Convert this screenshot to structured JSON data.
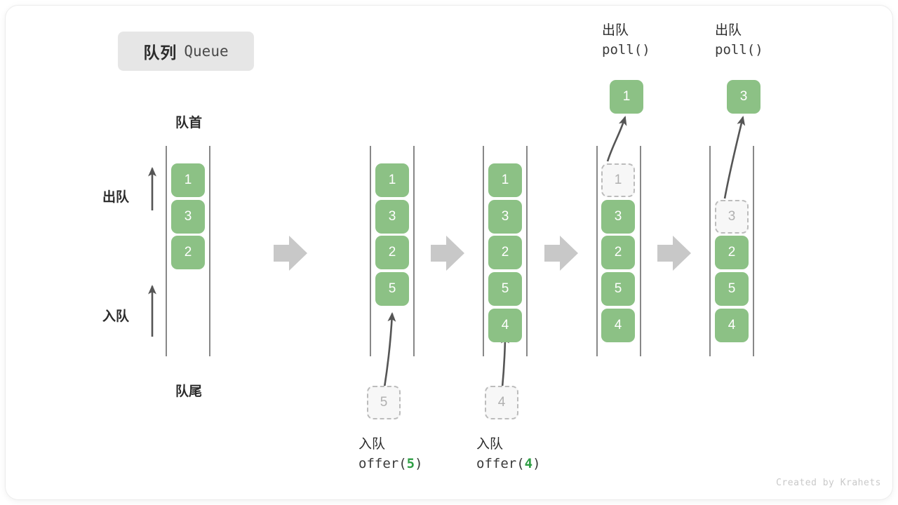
{
  "title": {
    "cn": "队列",
    "en": "Queue"
  },
  "labels": {
    "head": "队首",
    "tail": "队尾",
    "dequeue_side": "出队",
    "enqueue_side": "入队"
  },
  "colors": {
    "cell_fill": "#8cc185",
    "cell_text": "#ffffff",
    "ghost_fill": "#f7f7f7",
    "ghost_border": "#bcbcbc",
    "ghost_text": "#b0b0b0",
    "rail": "#7a7a7a",
    "arrow": "#555555",
    "step_arrow": "#c8c8c8",
    "accent_green": "#2f9e44",
    "badge_bg": "#e6e6e6"
  },
  "steps": [
    {
      "name": "initial-queue",
      "cells": [
        {
          "value": "1",
          "state": "filled",
          "slot": 0
        },
        {
          "value": "3",
          "state": "filled",
          "slot": 1
        },
        {
          "value": "2",
          "state": "filled",
          "slot": 2
        }
      ],
      "operation": null,
      "incoming": null,
      "outgoing": null
    },
    {
      "name": "offer-5",
      "cells": [
        {
          "value": "1",
          "state": "filled",
          "slot": 0
        },
        {
          "value": "3",
          "state": "filled",
          "slot": 1
        },
        {
          "value": "2",
          "state": "filled",
          "slot": 2
        },
        {
          "value": "5",
          "state": "filled",
          "slot": 3
        }
      ],
      "operation": {
        "cn": "入队",
        "code_prefix": "offer(",
        "arg": "5",
        "code_suffix": ")"
      },
      "incoming": {
        "value": "5"
      },
      "outgoing": null
    },
    {
      "name": "offer-4",
      "cells": [
        {
          "value": "1",
          "state": "filled",
          "slot": 0
        },
        {
          "value": "3",
          "state": "filled",
          "slot": 1
        },
        {
          "value": "2",
          "state": "filled",
          "slot": 2
        },
        {
          "value": "5",
          "state": "filled",
          "slot": 3
        },
        {
          "value": "4",
          "state": "filled",
          "slot": 4
        }
      ],
      "operation": {
        "cn": "入队",
        "code_prefix": "offer(",
        "arg": "4",
        "code_suffix": ")"
      },
      "incoming": {
        "value": "4"
      },
      "outgoing": null
    },
    {
      "name": "poll-1",
      "cells": [
        {
          "value": "1",
          "state": "ghost",
          "slot": 0
        },
        {
          "value": "3",
          "state": "filled",
          "slot": 1
        },
        {
          "value": "2",
          "state": "filled",
          "slot": 2
        },
        {
          "value": "5",
          "state": "filled",
          "slot": 3
        },
        {
          "value": "4",
          "state": "filled",
          "slot": 4
        }
      ],
      "operation": {
        "cn": "出队",
        "code_prefix": "poll(",
        "arg": "",
        "code_suffix": ")"
      },
      "incoming": null,
      "outgoing": {
        "value": "1"
      }
    },
    {
      "name": "poll-3",
      "cells": [
        {
          "value": "3",
          "state": "ghost",
          "slot": 1
        },
        {
          "value": "2",
          "state": "filled",
          "slot": 2
        },
        {
          "value": "5",
          "state": "filled",
          "slot": 3
        },
        {
          "value": "4",
          "state": "filled",
          "slot": 4
        }
      ],
      "operation": {
        "cn": "出队",
        "code_prefix": "poll(",
        "arg": "",
        "code_suffix": ")"
      },
      "incoming": null,
      "outgoing": {
        "value": "3"
      }
    }
  ],
  "credit": "Created by Krahets"
}
